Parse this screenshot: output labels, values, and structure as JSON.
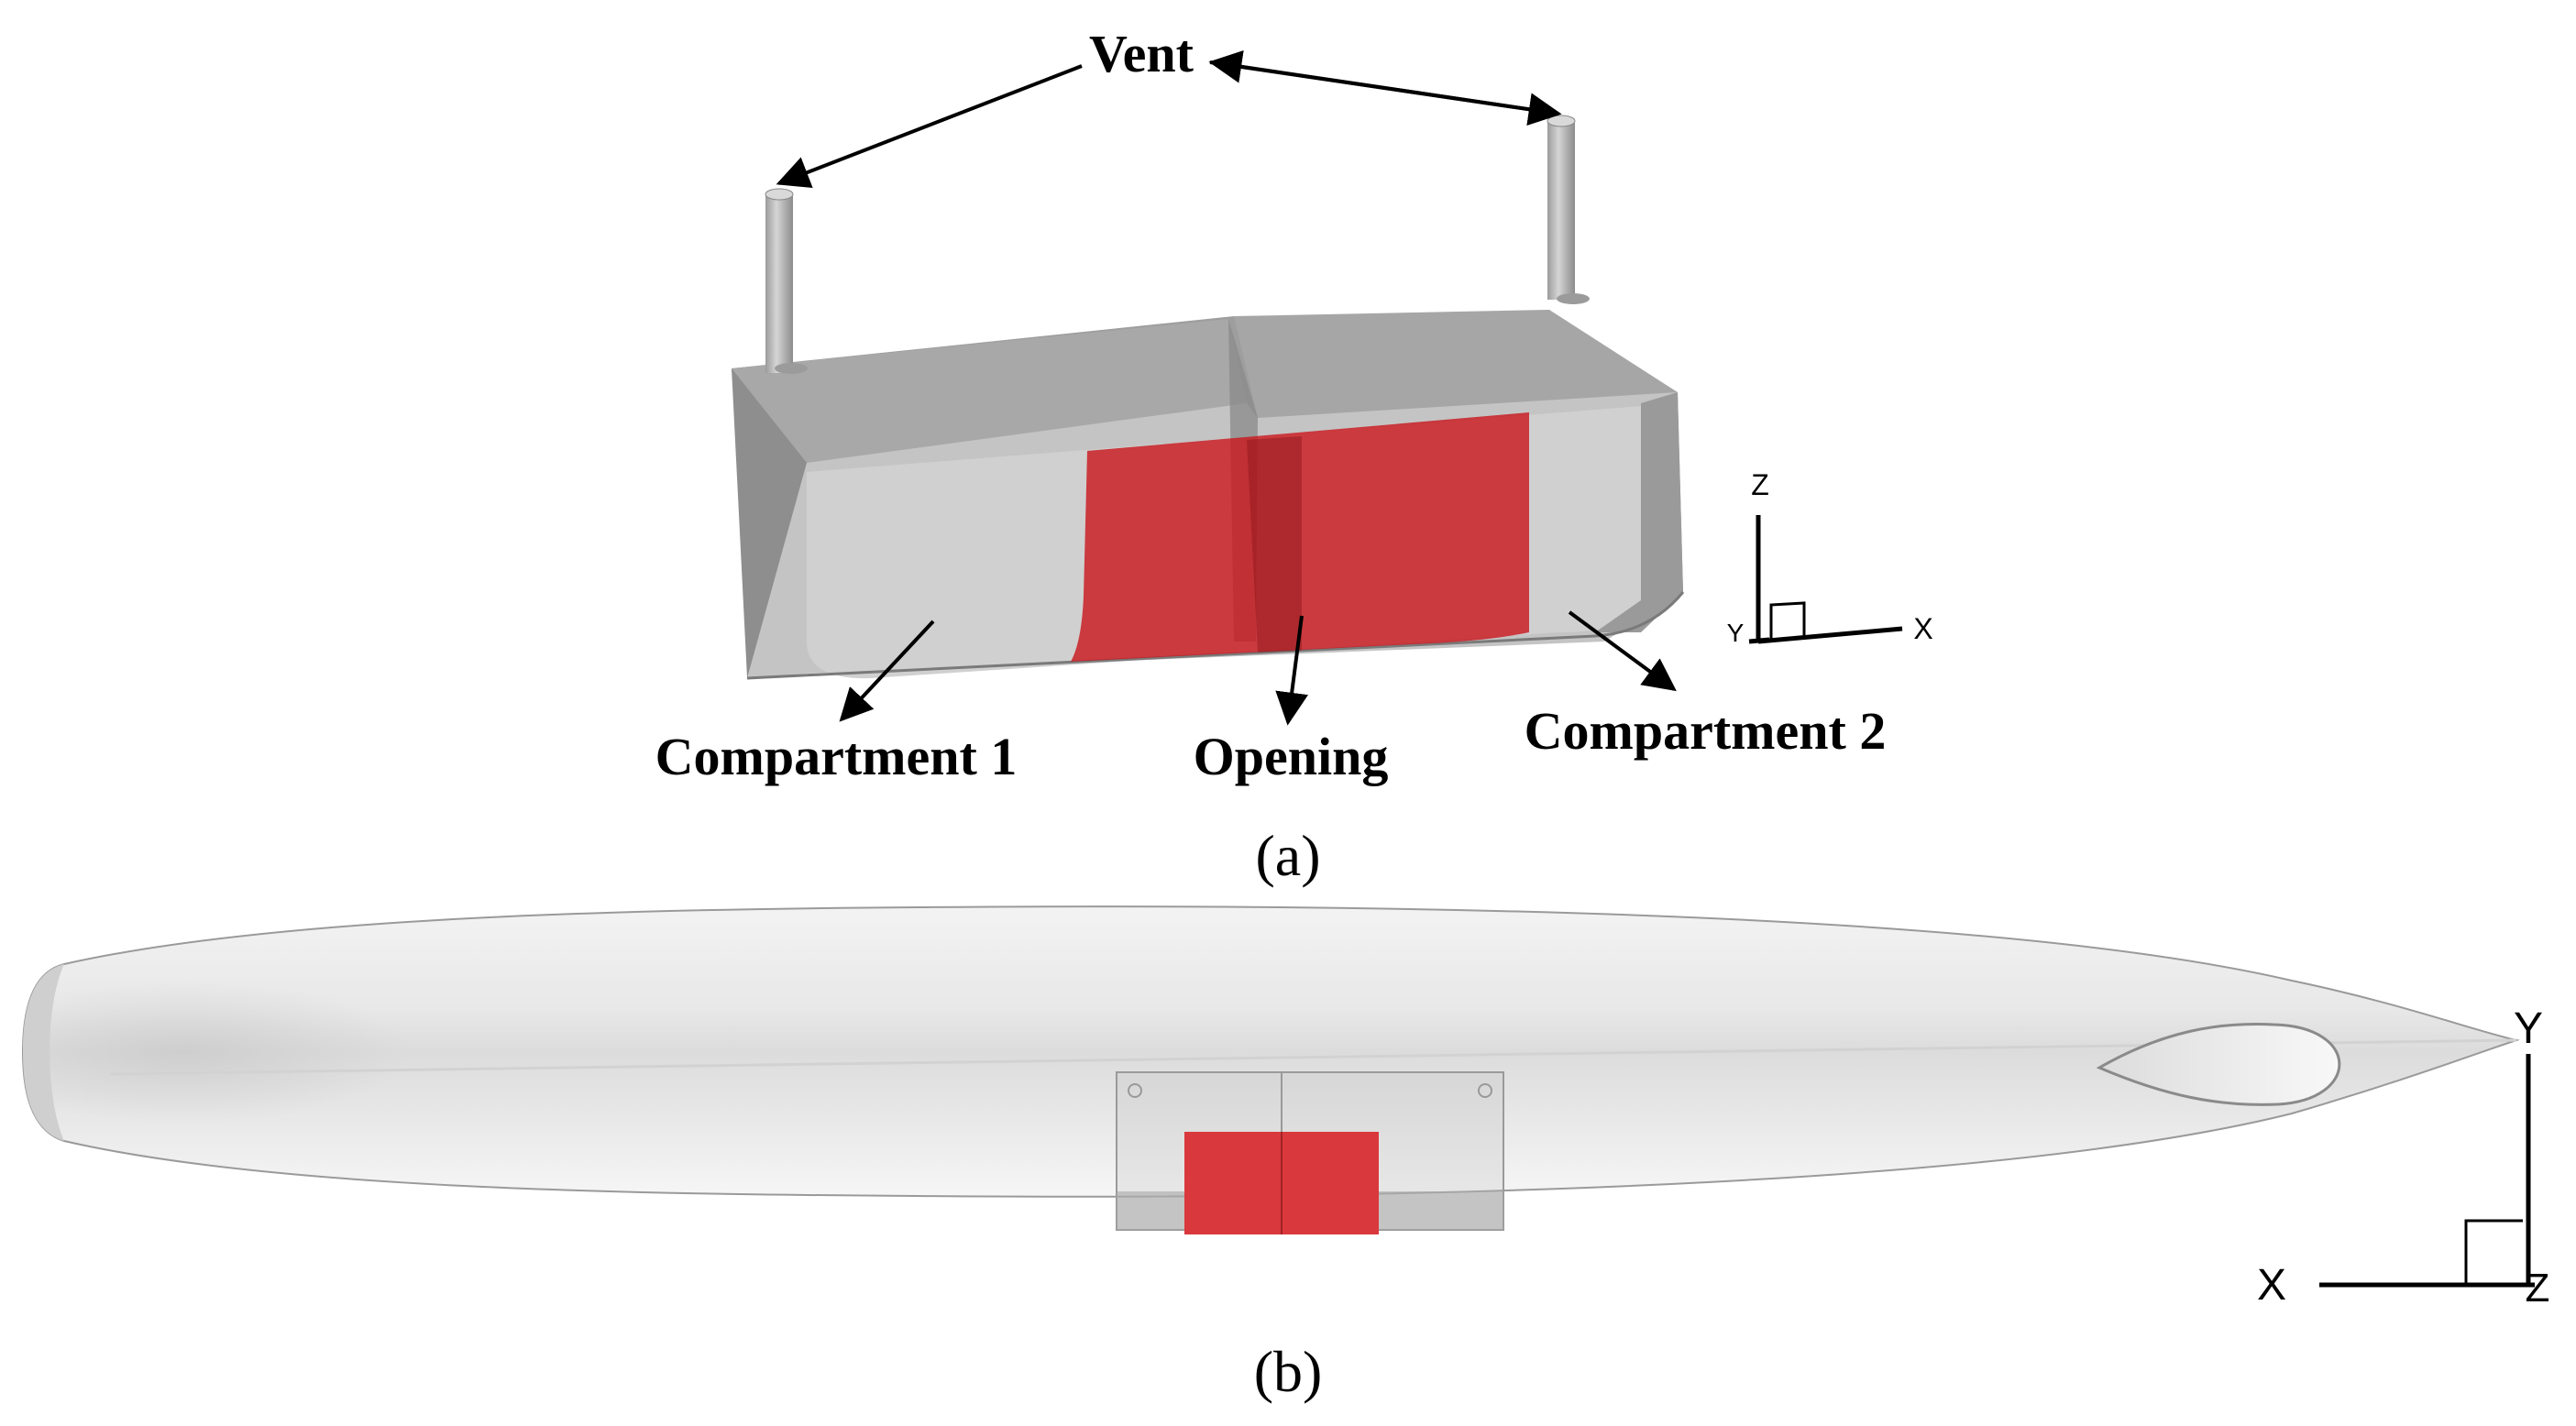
{
  "panel_a": {
    "label_vent": "Vent",
    "label_compartment_1": "Compartment 1",
    "label_opening": "Opening",
    "label_compartment_2": "Compartment 2",
    "axis_z": "Z",
    "axis_y": "Y",
    "axis_x": "X",
    "caption": "(a)"
  },
  "panel_b": {
    "axis_y": "Y",
    "axis_x": "X",
    "axis_z": "Z",
    "caption": "(b)"
  },
  "colors": {
    "opening_red": "#c8191e",
    "tank_gray": "#b9b9b9",
    "hull_gray": "#e2e2e2"
  }
}
